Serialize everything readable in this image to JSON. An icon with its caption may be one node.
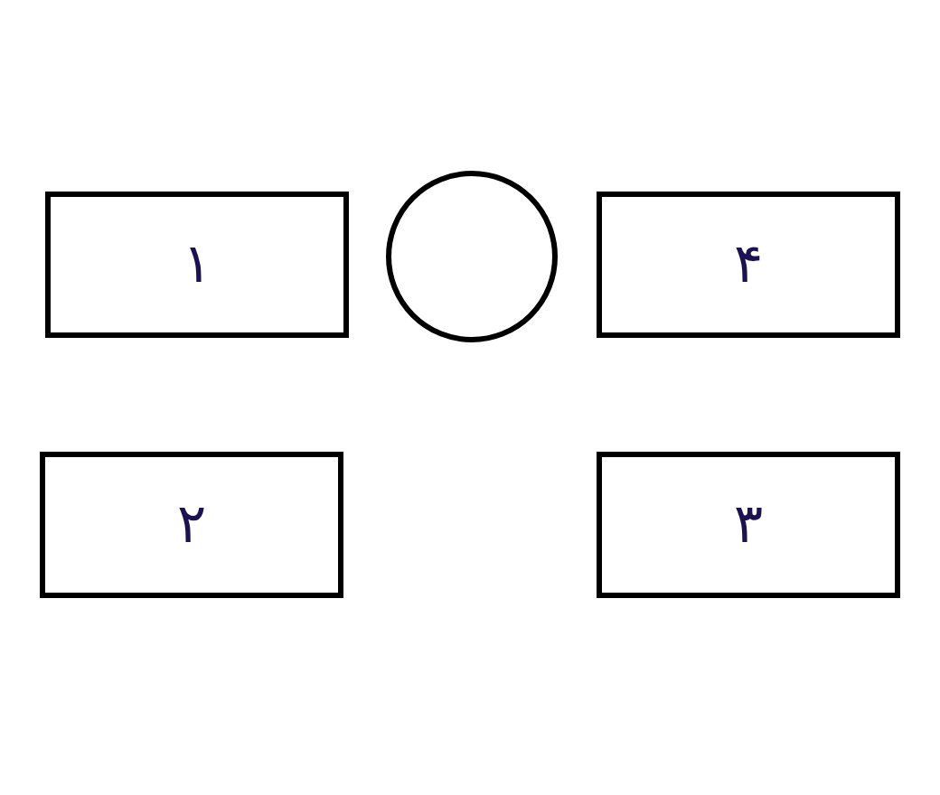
{
  "diagram": {
    "nodes": [
      {
        "text": [
          "۱"
        ]
      },
      {
        "text": [],
        "shape": "circle"
      },
      {
        "text": [
          "۴"
        ]
      },
      {
        "text": [
          "۲"
        ]
      },
      {
        "text": [
          "۳"
        ]
      }
    ]
  }
}
